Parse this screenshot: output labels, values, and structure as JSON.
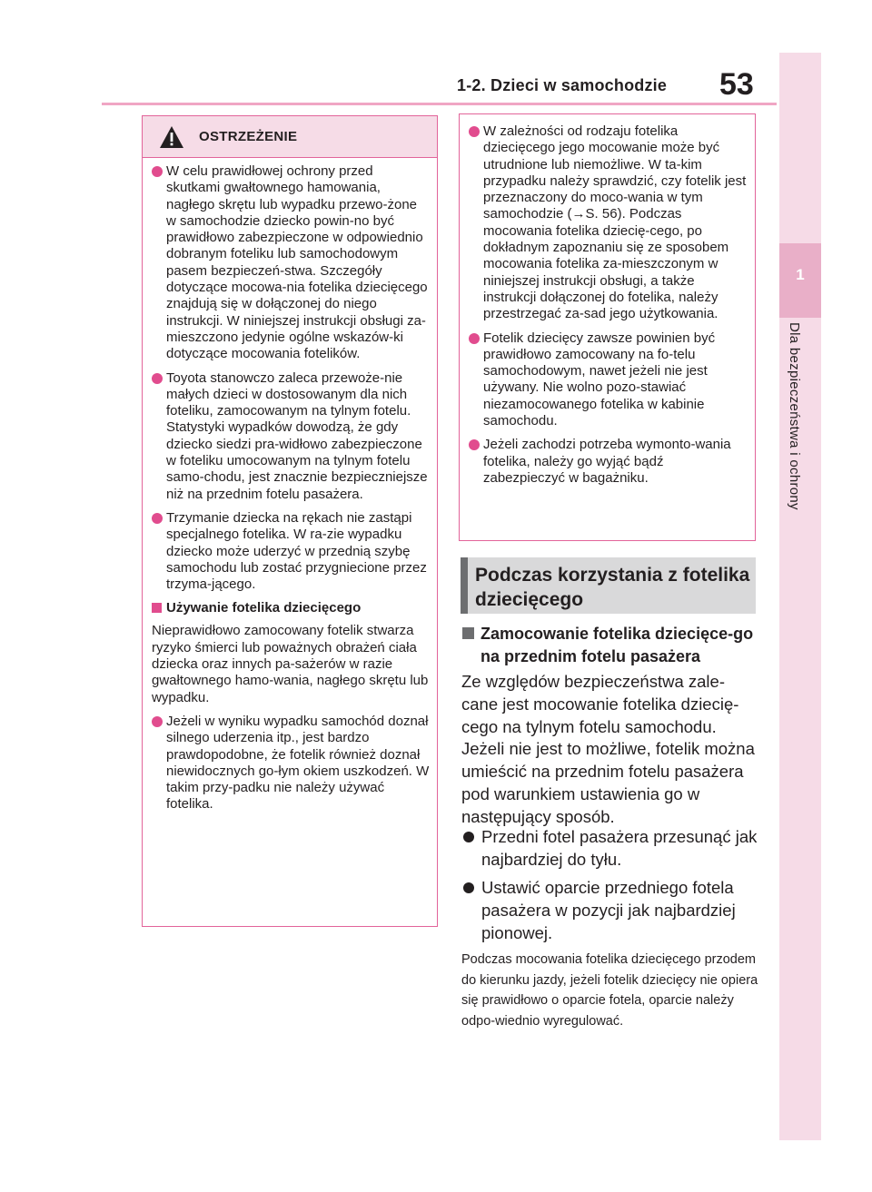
{
  "header": {
    "section_title": "1-2. Dzieci w samochodzie",
    "page_number": "53"
  },
  "side_tab": {
    "number": "1",
    "label": "Dla bezpieczeństwa i ochrony"
  },
  "warning_left": {
    "heading": "OSTRZEŻENIE",
    "items": [
      "W celu prawidłowej ochrony przed skutkami gwałtownego hamowania, nagłego skrętu lub wypadku przewo-żone w samochodzie dziecko powin-no być prawidłowo zabezpieczone w odpowiednio dobranym foteliku lub samochodowym pasem bezpieczeń-stwa. Szczegóły dotyczące mocowa-nia fotelika dziecięcego znajdują się w dołączonej do niego instrukcji. W niniejszej instrukcji obsługi za-mieszczono jedynie ogólne wskazów-ki dotyczące mocowania fotelików.",
      "Toyota stanowczo zaleca przewoże-nie małych dzieci w dostosowanym dla nich foteliku, zamocowanym na tylnym fotelu. Statystyki wypadków dowodzą, że gdy dziecko siedzi pra-widłowo zabezpieczone w foteliku umocowanym na tylnym fotelu samo-chodu, jest znacznie bezpieczniejsze niż na przednim fotelu pasażera.",
      "Trzymanie dziecka na rękach nie zastąpi specjalnego fotelika. W ra-zie wypadku dziecko może uderzyć w przednią szybę samochodu lub zostać przygniecione przez trzyma-jącego."
    ],
    "subheading": "Używanie fotelika dziecięcego",
    "paragraph": "Nieprawidłowo zamocowany fotelik stwarza ryzyko śmierci lub poważnych obrażeń ciała dziecka oraz innych pa-sażerów w razie gwałtownego hamo-wania, nagłego skrętu lub wypadku.",
    "items2": [
      "Jeżeli w wyniku wypadku samochód doznał silnego uderzenia itp., jest bardzo prawdopodobne, że fotelik również doznał niewidocznych go-łym okiem uszkodzeń. W takim przy-padku nie należy używać fotelika."
    ]
  },
  "warning_right": {
    "items": [
      "W zależności od rodzaju fotelika dziecięcego jego mocowanie może być utrudnione lub niemożliwe. W ta-kim przypadku należy sprawdzić, czy fotelik jest przeznaczony do moco-wania w tym samochodzie (→S. 56). Podczas mocowania fotelika dziecię-cego, po dokładnym zapoznaniu się ze sposobem mocowania fotelika za-mieszczonym w niniejszej instrukcji obsługi, a także instrukcji dołączonej do fotelika, należy przestrzegać za-sad jego użytkowania.",
      "Fotelik dziecięcy zawsze powinien być prawidłowo zamocowany na fo-telu samochodowym, nawet jeżeli nie jest używany. Nie wolno pozo-stawiać niezamocowanego fotelika w kabinie samochodu.",
      "Jeżeli zachodzi potrzeba wymonto-wania fotelika, należy go wyjąć bądź zabezpieczyć w bagażniku."
    ]
  },
  "section": {
    "title": "Podczas korzystania z fotelika dziecięcego",
    "subheading": "Zamocowanie fotelika dziecięce-go na przednim fotelu pasażera",
    "body": "Ze względów bezpieczeństwa zale-cane jest mocowanie fotelika dziecię-cego na tylnym fotelu samochodu. Jeżeli nie jest to możliwe, fotelik można umieścić na przednim fotelu pasażera pod warunkiem ustawienia go w następujący sposób.",
    "bullets": [
      "Przedni fotel pasażera przesunąć jak najbardziej do tyłu.",
      "Ustawić oparcie przedniego fotela pasażera w pozycji jak najbardziej pionowej."
    ],
    "note": "Podczas mocowania fotelika dziecięcego przodem do kierunku jazdy, jeżeli fotelik dziecięcy nie opiera się prawidłowo o oparcie fotela, oparcie należy odpo-wiednio wyregulować."
  },
  "colors": {
    "accent_pink": "#e14c8e",
    "warning_header_bg": "#f6dce7",
    "side_tab_bg": "#f6dbe7",
    "section_bar_bg": "#d9d9da"
  }
}
